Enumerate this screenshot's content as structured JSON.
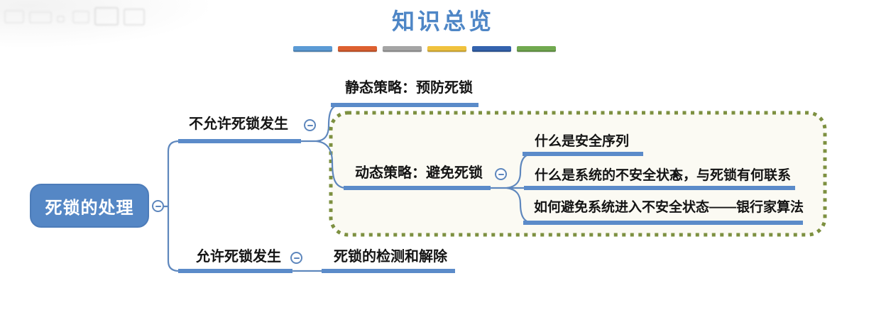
{
  "title": "知识总览",
  "legend": {
    "colors": [
      "#5b9bd5",
      "#dd6030",
      "#a5a5a5",
      "#f0c23d",
      "#3463ae",
      "#71a94f"
    ]
  },
  "mindmap": {
    "root": {
      "label": "死锁的处理"
    },
    "branches": [
      {
        "label": "不允许死锁发生",
        "children": [
          {
            "label": "静态策略：预防死锁",
            "children": []
          },
          {
            "label": "动态策略：避免死锁",
            "children": [
              {
                "label": "什么是安全序列"
              },
              {
                "label": "什么是系统的不安全状态，与死锁有何联系"
              },
              {
                "label": "如何避免系统进入不安全状态——银行家算法"
              }
            ]
          }
        ]
      },
      {
        "label": "允许死锁发生",
        "children": [
          {
            "label": "死锁的检测和解除"
          }
        ]
      }
    ]
  },
  "icons": {
    "collapse": "minus-circle",
    "pointer": "mouse-cursor"
  },
  "colors": {
    "title_blue": "#4e86c6",
    "node_fill_blue": "#5587c5",
    "line_blue": "#5e87bd",
    "underline_blue": "#5b8bc9",
    "group_border_green": "#7d9040",
    "group_fill": "#fbfaf3"
  }
}
